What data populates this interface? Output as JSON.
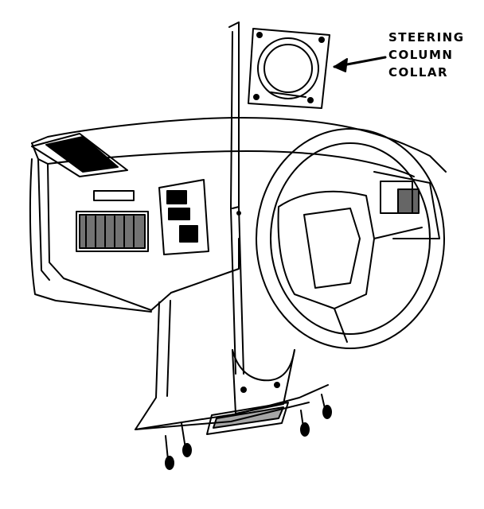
{
  "callout": {
    "lines": [
      "STEERING",
      "COLUMN",
      "COLLAR"
    ]
  },
  "colors": {
    "ink": "#000000",
    "paper": "#ffffff"
  }
}
